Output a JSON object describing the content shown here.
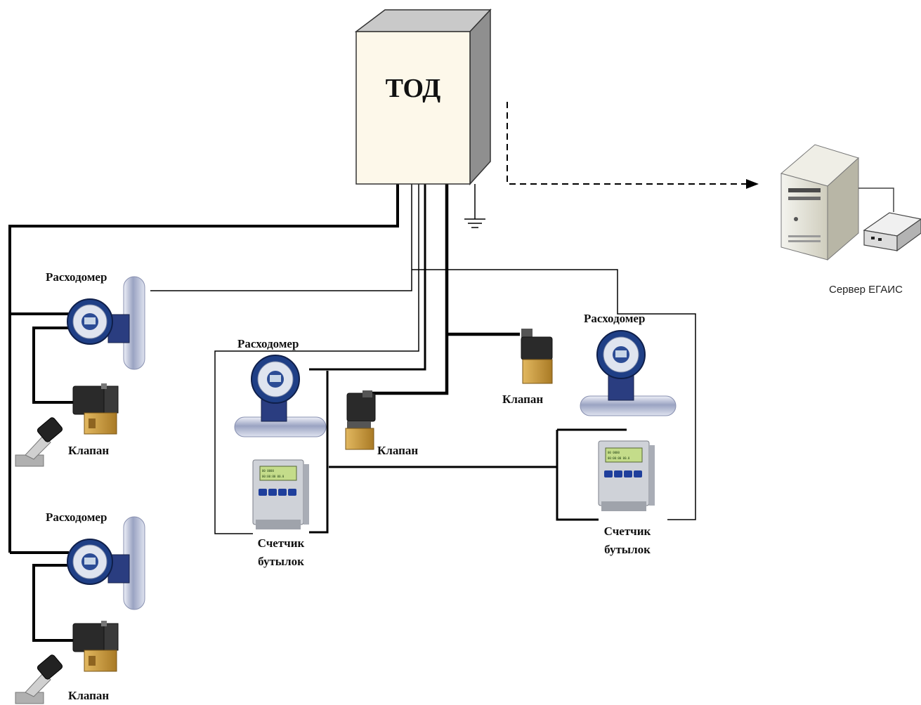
{
  "cabinet": {
    "label": "ТОД"
  },
  "server": {
    "label": "Сервер ЕГАИС"
  },
  "labels": {
    "flowmeter": "Расходомер",
    "valve": "Клапан",
    "counter_line1": "Счетчик",
    "counter_line2": "бутылок"
  },
  "counter_display": {
    "line1": "00       0000",
    "line2": "00:00:00   00.0"
  },
  "colors": {
    "wire": "#000000",
    "device_blue": "#1f3f86",
    "valve_brass": "#c99a3c",
    "counter_body": "#cfd2d8",
    "lcd": "#c4dc8a",
    "cabinet_front": "#fdf8ea"
  }
}
